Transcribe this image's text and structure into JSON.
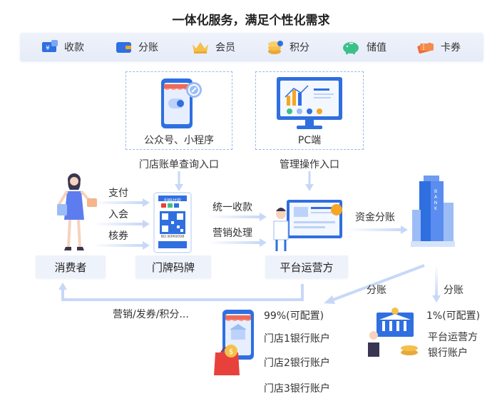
{
  "title": "一体化服务，满足个性化需求",
  "features": [
    {
      "label": "收款",
      "icon": "yen-card-icon"
    },
    {
      "label": "分账",
      "icon": "wallet-icon"
    },
    {
      "label": "会员",
      "icon": "crown-icon"
    },
    {
      "label": "积分",
      "icon": "coins-icon"
    },
    {
      "label": "储值",
      "icon": "piggy-bank-icon"
    },
    {
      "label": "卡券",
      "icon": "coupon-icon"
    }
  ],
  "entries": {
    "miniapp_caption": "公众号、小程序",
    "miniapp_entry": "门店账单查询入口",
    "pc_caption": "PC端",
    "pc_entry": "管理操作入口"
  },
  "nodes": {
    "consumer": "消费者",
    "store_qr": "门牌码牌",
    "platform": "平台运营方",
    "qr_top": "扫码付款",
    "qr_bottom": "NO.WPA9098"
  },
  "edges": {
    "pay": "支付",
    "join": "入会",
    "verify": "核券",
    "unified_collect": "统一收款",
    "marketing": "营销处理",
    "fund_split": "资金分账",
    "split_left": "分账",
    "split_right": "分账",
    "feedback": "营销/发券/积分..."
  },
  "stores": {
    "ratio": "99%(可配置)",
    "accounts": [
      "门店1银行账户",
      "门店2银行账户",
      "门店3银行账户"
    ]
  },
  "platform_account": {
    "ratio": "1%(可配置)",
    "lines": [
      "平台运营方",
      "银行账户"
    ]
  },
  "colors": {
    "primary": "#2f6fe0",
    "light_blue": "#d6e4fb",
    "orange": "#f5a623",
    "red": "#e8413c"
  }
}
